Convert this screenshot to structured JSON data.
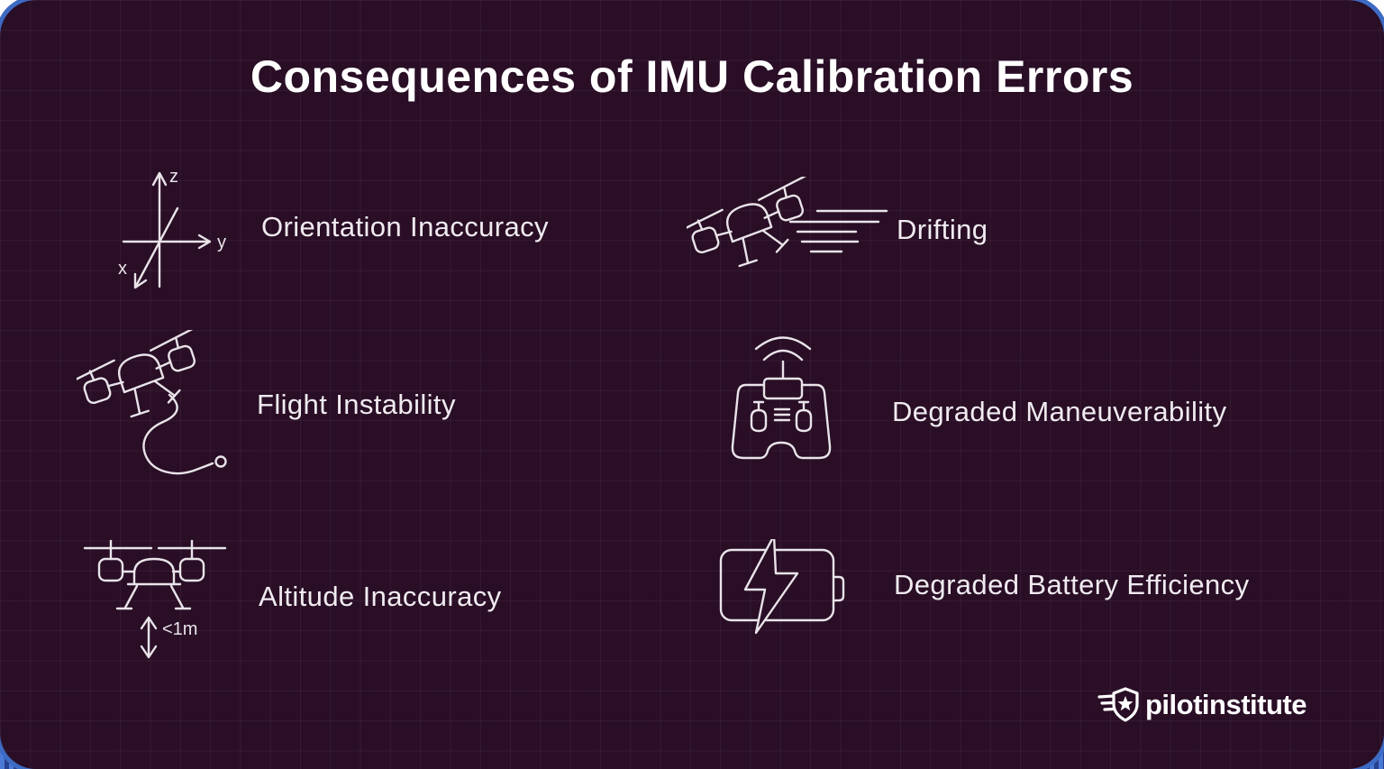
{
  "title": "Consequences of IMU Calibration Errors",
  "items": [
    {
      "label": "Orientation Inaccuracy",
      "icon": "xyz-axes-icon"
    },
    {
      "label": "Drifting",
      "icon": "drifting-drone-icon"
    },
    {
      "label": "Flight Instability",
      "icon": "unstable-flight-path-drone-icon"
    },
    {
      "label": "Degraded Maneuverability",
      "icon": "remote-controller-signal-icon"
    },
    {
      "label": "Altitude Inaccuracy",
      "icon": "drone-altitude-arrow-icon"
    },
    {
      "label": "Degraded Battery Efficiency",
      "icon": "battery-lightning-icon"
    }
  ],
  "axes": {
    "z": "z",
    "y": "y",
    "x": "x"
  },
  "altitude": {
    "range_label": "<1m"
  },
  "brand": {
    "name": "pilotinstitute"
  },
  "colors": {
    "panel_background": "#290e26",
    "grid_line": "#3b2038",
    "icon_stroke": "#e9e4e9",
    "label_text": "#f0ebf0",
    "title_text": "#ffffff",
    "corner_stripe_blue_light": "#4a79d8",
    "corner_stripe_blue_dark": "#27408f",
    "page_background": "#ffffff"
  }
}
